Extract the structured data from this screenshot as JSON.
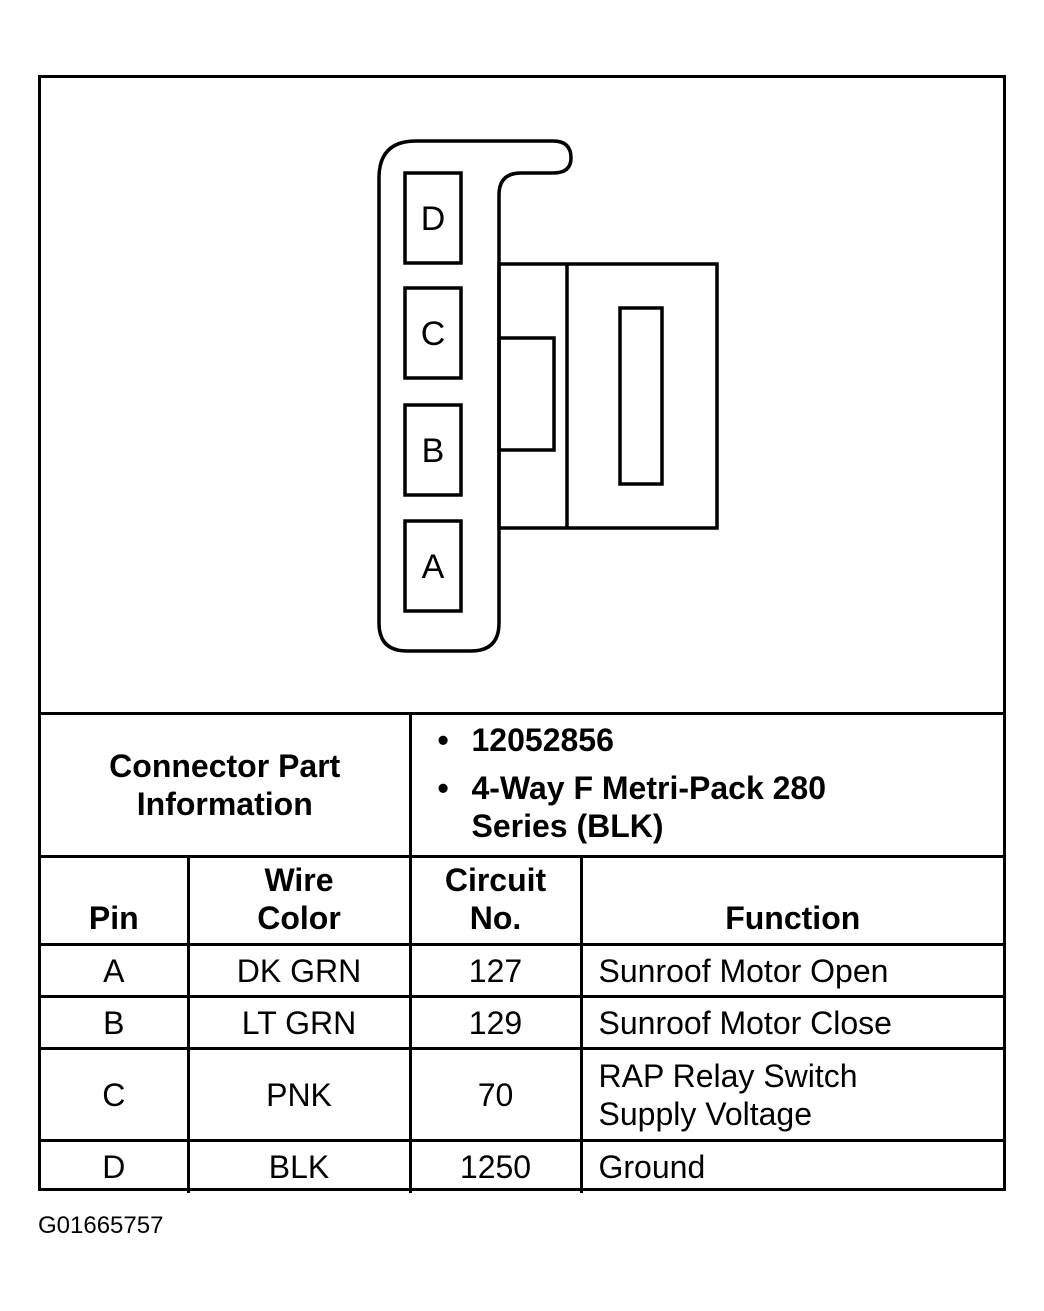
{
  "connector": {
    "pins_top_to_bottom": [
      "D",
      "C",
      "B",
      "A"
    ]
  },
  "part_info": {
    "label": "Connector Part Information",
    "items": [
      "12052856",
      "4-Way F Metri-Pack 280 Series (BLK)"
    ]
  },
  "table": {
    "headers": {
      "pin": "Pin",
      "wire_color": "Wire Color",
      "circuit": "Circuit No.",
      "function": "Function"
    },
    "rows": [
      {
        "pin": "A",
        "wire_color": "DK GRN",
        "circuit": "127",
        "function": "Sunroof Motor Open"
      },
      {
        "pin": "B",
        "wire_color": "LT GRN",
        "circuit": "129",
        "function": "Sunroof Motor Close"
      },
      {
        "pin": "C",
        "wire_color": "PNK",
        "circuit": "70",
        "function": "RAP Relay Switch Supply Voltage"
      },
      {
        "pin": "D",
        "wire_color": "BLK",
        "circuit": "1250",
        "function": "Ground"
      }
    ]
  },
  "figure_id": "G01665757"
}
